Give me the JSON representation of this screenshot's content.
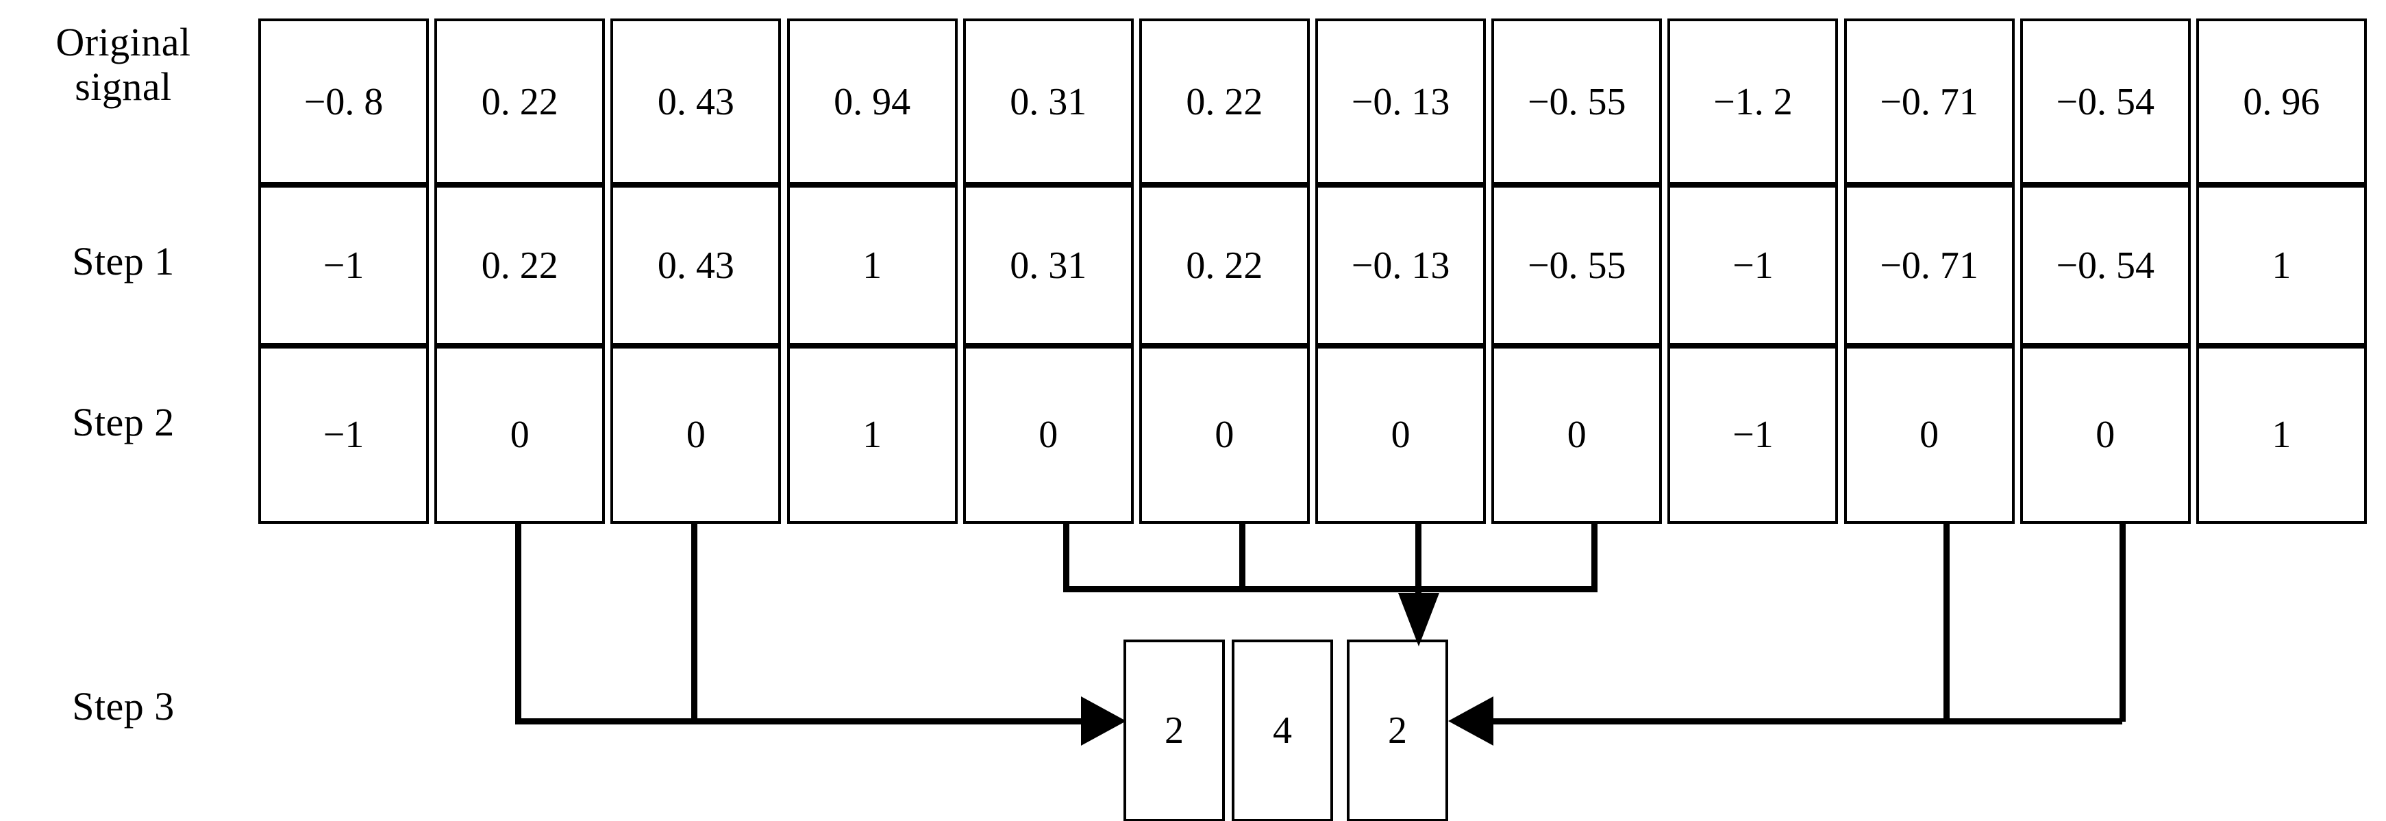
{
  "diagram": {
    "title_labels": {
      "original_signal": "Original\nsignal",
      "step1": "Step 1",
      "step2": "Step 2",
      "step3": "Step 3"
    },
    "columns": 12,
    "rows": [
      {
        "name": "original-signal",
        "label_line1": "Original",
        "label_line2": "signal",
        "values": [
          "−0. 8",
          "0. 22",
          "0. 43",
          "0. 94",
          "0. 31",
          "0. 22",
          "−0. 13",
          "−0. 55",
          "−1. 2",
          "−0. 71",
          "−0. 54",
          "0. 96"
        ]
      },
      {
        "name": "step-1",
        "label_line1": "Step 1",
        "label_line2": "",
        "values": [
          "−1",
          "0. 22",
          "0. 43",
          "1",
          "0. 31",
          "0. 22",
          "−0. 13",
          "−0. 55",
          "−1",
          "−0. 71",
          "−0. 54",
          "1"
        ]
      },
      {
        "name": "step-2",
        "label_line1": "Step 2",
        "label_line2": "",
        "values": [
          "−1",
          "0",
          "0",
          "1",
          "0",
          "0",
          "0",
          "0",
          "−1",
          "0",
          "0",
          "1"
        ]
      }
    ],
    "step3": {
      "label": "Step 3",
      "values": [
        "2",
        "4",
        "2"
      ]
    },
    "colors": {
      "line": "#000000",
      "background": "#ffffff",
      "text": "#000000"
    }
  }
}
